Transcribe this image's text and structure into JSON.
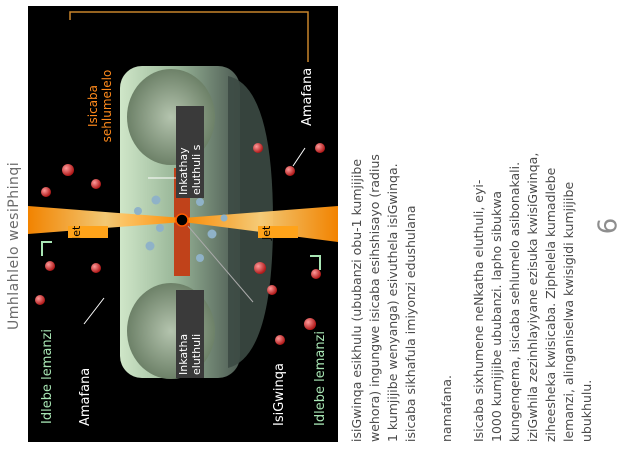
{
  "page_title": "Umhlahlelo  wesiPhinqi",
  "diagram": {
    "top_label_left": "Amafana",
    "top_label_right": "Amafana",
    "right_view_label": "Idlebe lemanzi",
    "left_view_label": "Idlebe lemanzi",
    "stream_label": "Isicaba sehlumelelo",
    "inner_disk_label_top": "Inkathay eluthuli s",
    "inner_disk_label_bottom": "Inkatha eluthuli",
    "black_hole_label": "IsiGwinqa",
    "jet_label_top": "Jet",
    "jet_label_bottom": "Jet",
    "colors": {
      "torus": "#9bb89a",
      "accretion": "#c0421a",
      "jet": "#ffa31a",
      "blob": "#d63a3a",
      "dust": "#8fb2c8"
    }
  },
  "text": {
    "para1": [
      "isiGwinqa esikhulu (ububanzi  obu-1 kumjijibe",
      "wehora) ingungwe isicaba esihshisayo (radius",
      "  1 kumjijibe wenyanga) esivuthela isiGwinqa.",
      "isicaba sikhafula imiyonzi edushulana",
      "",
      "namafana."
    ],
    "para2": [
      "Isicaba sixhumene neNkatha eluthuli, eyi-",
      "1000 kumjijibe ububanzi. lapho sibukwa",
      "kungenqema, isicaba sehlumelo asibonakali.",
      "iziGwhila zezinhlayiyane ezisuka kwisiGwinqa,",
      "ziheesheka kwisicaba. Ziphelela kumadlebe",
      "lemanzi, alinganiselwa kwisigidi kumjijibe",
      "ubukhulu."
    ],
    "page_number": "6"
  }
}
